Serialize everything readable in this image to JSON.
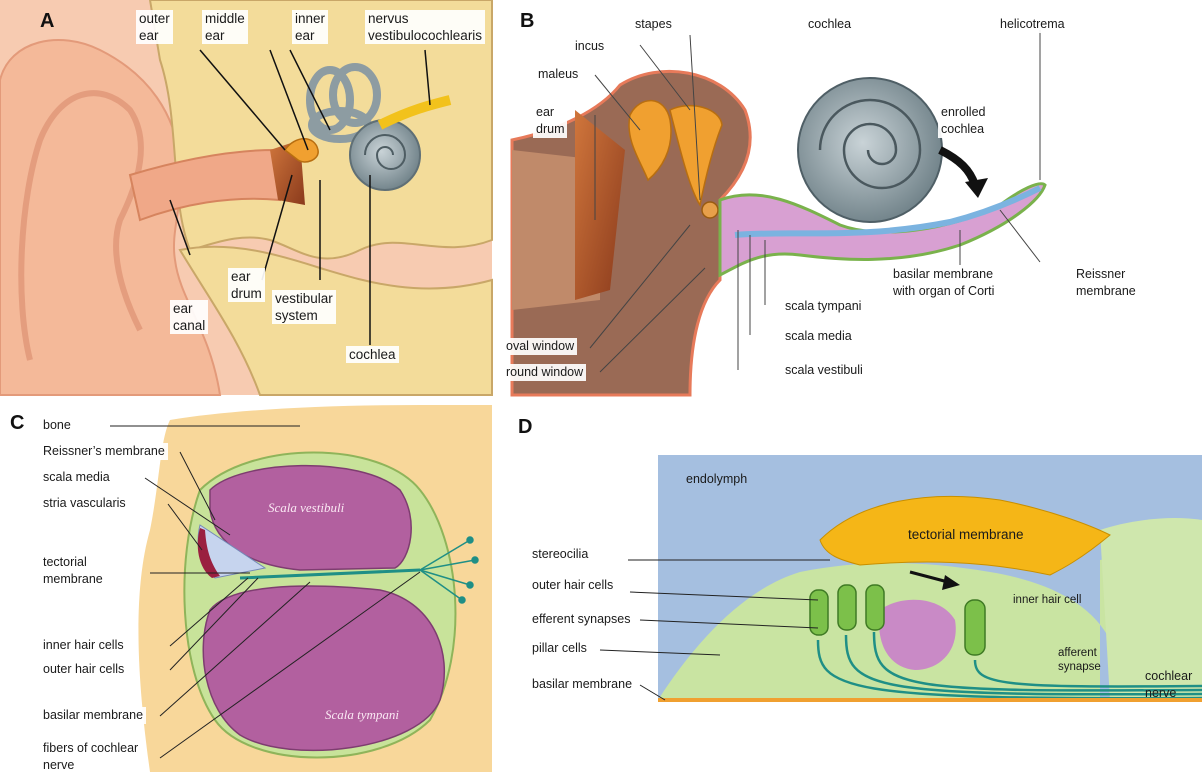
{
  "panels": {
    "a": {
      "letter": "A",
      "labels": {
        "outer_ear": "outer\near",
        "middle_ear": "middle\near",
        "inner_ear": "inner\near",
        "nervus": "nervus\nvestibulocochlearis",
        "ear_drum": "ear\ndrum",
        "vestibular_system": "vestibular\nsystem",
        "ear_canal": "ear\ncanal",
        "cochlea": "cochlea"
      }
    },
    "b": {
      "letter": "B",
      "labels": {
        "stapes": "stapes",
        "incus": "incus",
        "maleus": "maleus",
        "ear_drum": "ear\ndrum",
        "cochlea": "cochlea",
        "helicotrema": "helicotrema",
        "enrolled_cochlea": "enrolled\ncochlea",
        "basilar_membrane": "basilar membrane\nwith organ of Corti",
        "reissner_membrane": "Reissner\nmembrane",
        "scala_tympani": "scala tympani",
        "scala_media": "scala media",
        "scala_vestibuli": "scala vestibuli",
        "oval_window": "oval window",
        "round_window": "round window"
      }
    },
    "c": {
      "letter": "C",
      "labels": {
        "bone": "bone",
        "reissners_membrane": "Reissner’s membrane",
        "scala_media": "scala media",
        "stria_vascularis": "stria vascularis",
        "tectorial_membrane": "tectorial\nmembrane",
        "inner_hair_cells": "inner hair cells",
        "outer_hair_cells": "outer hair cells",
        "basilar_membrane": "basilar membrane",
        "fibers": "fibers of cochlear\nnerve",
        "scala_vestibuli": "Scala vestibuli",
        "scala_tympani": "Scala tympani"
      }
    },
    "d": {
      "letter": "D",
      "labels": {
        "endolymph": "endolymph",
        "tectorial_membrane": "tectorial membrane",
        "stereocilia": "stereocilia",
        "outer_hair_cells": "outer hair cells",
        "efferent_synapses": "efferent synapses",
        "pillar_cells": "pillar cells",
        "basilar_membrane": "basilar membrane",
        "inner_hair_cell": "inner hair cell",
        "afferent_synapse": "afferent\nsynapse",
        "cochlear_nerve": "cochlear\nnerve"
      }
    }
  },
  "colors": {
    "skin": "#f4b999",
    "bone": "#f3dc9a",
    "cochlea_gray": "#8f9ea4",
    "nerve_yellow": "#f2c21c",
    "scala_purple": "#b2609f",
    "orange_ossicle": "#f0a030",
    "tectorial": "#f5b617",
    "endolymph_blue": "#a5bfe0",
    "tissue_green": "#c9e4a2",
    "fiber_teal": "#1f8f86"
  }
}
